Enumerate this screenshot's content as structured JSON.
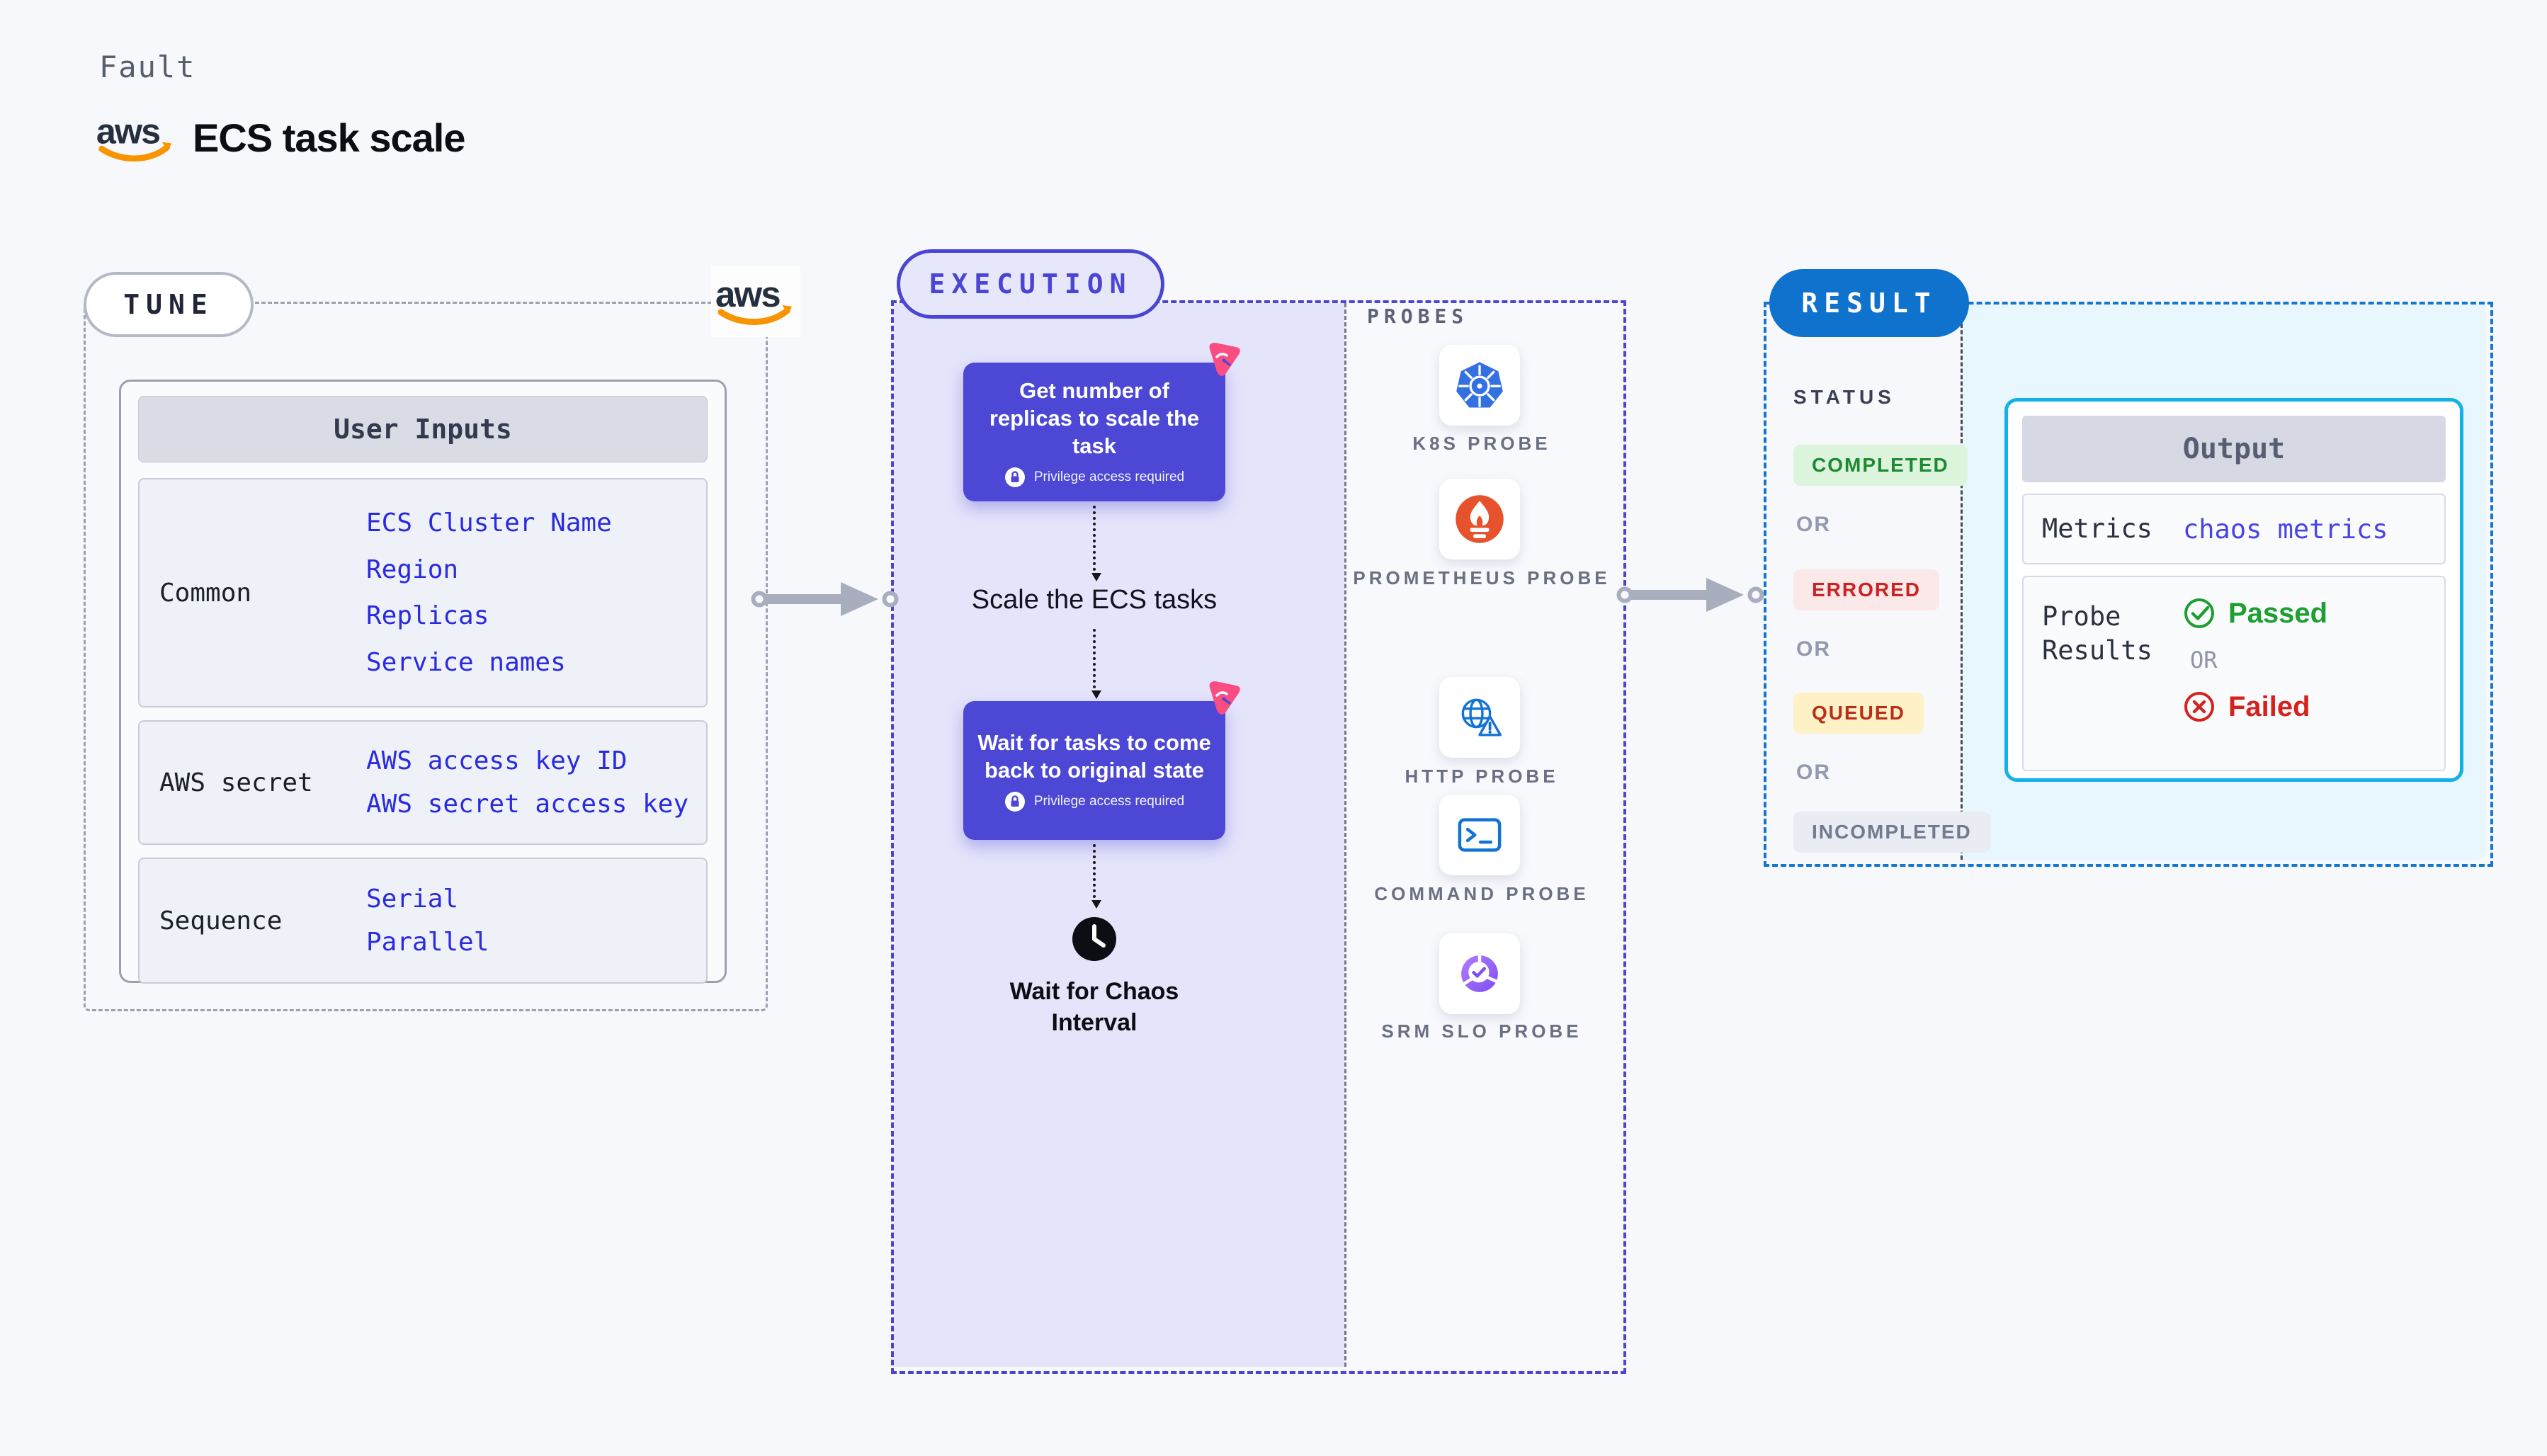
{
  "header": {
    "kicker": "Fault",
    "title": "ECS task scale",
    "aws_logo_text": "aws"
  },
  "tune": {
    "badge": "TUNE",
    "aws_logo_text": "aws",
    "user_inputs": {
      "header": "User Inputs",
      "groups": [
        {
          "label": "Common",
          "items": [
            "ECS Cluster Name",
            "Region",
            "Replicas",
            "Service names"
          ]
        },
        {
          "label": "AWS secret",
          "items": [
            "AWS access key ID",
            "AWS secret access key"
          ]
        },
        {
          "label": "Sequence",
          "items": [
            "Serial",
            "Parallel"
          ]
        }
      ]
    }
  },
  "execution": {
    "badge": "EXECUTION",
    "step1_title": "Get number of replicas to scale the task",
    "step2_title": "Wait for tasks to come back to original state",
    "privilege_note": "Privilege access required",
    "between_step": "Scale the ECS tasks",
    "wait_step": "Wait for Chaos Interval"
  },
  "probes": {
    "label": "PROBES",
    "items": [
      {
        "label": "K8S PROBE",
        "icon": "kubernetes-icon"
      },
      {
        "label": "PROMETHEUS PROBE",
        "icon": "prometheus-icon"
      },
      {
        "label": "HTTP PROBE",
        "icon": "http-globe-warning-icon"
      },
      {
        "label": "COMMAND PROBE",
        "icon": "terminal-icon"
      },
      {
        "label": "SRM SLO PROBE",
        "icon": "slo-pie-check-icon"
      }
    ]
  },
  "result": {
    "badge": "RESULT",
    "status_label": "STATUS",
    "or_label": "OR",
    "statuses": [
      {
        "label": "COMPLETED",
        "fg": "#1c8a30",
        "bg": "#dcf3dc"
      },
      {
        "label": "ERRORED",
        "fg": "#cb2222",
        "bg": "#fbe8e8"
      },
      {
        "label": "QUEUED",
        "fg": "#bb2d18",
        "bg": "#fdf1c5"
      },
      {
        "label": "INCOMPLETED",
        "fg": "#737a90",
        "bg": "#eaecf4"
      }
    ],
    "output": {
      "header": "Output",
      "metrics_label": "Metrics",
      "metrics_value": "chaos metrics",
      "probe_results_label": "Probe Results",
      "passed_label": "Passed",
      "or_label": "OR",
      "failed_label": "Failed"
    }
  },
  "colors": {
    "page_bg": "#f7f8fb",
    "indigo": "#4a45d2",
    "card_indigo": "#4c47d5",
    "lavender_panel": "#e4e4fa",
    "link_blue": "#2a2ae0",
    "result_blue": "#0f72cc",
    "cyan_border": "#13b1e6",
    "cyan_panel": "#e8f6fd",
    "aws_orange": "#f79400",
    "pink_badge": "#fa4d82",
    "passed_green": "#1d9e30",
    "failed_red": "#d6221c",
    "k8s_blue": "#3371e3",
    "prometheus_orange": "#e6522c",
    "probe_icon_blue": "#1273d4",
    "srm_purple": "#7d4ff0",
    "gray_dash": "#9ba1ae",
    "arrow_gray": "#a9aebe"
  }
}
